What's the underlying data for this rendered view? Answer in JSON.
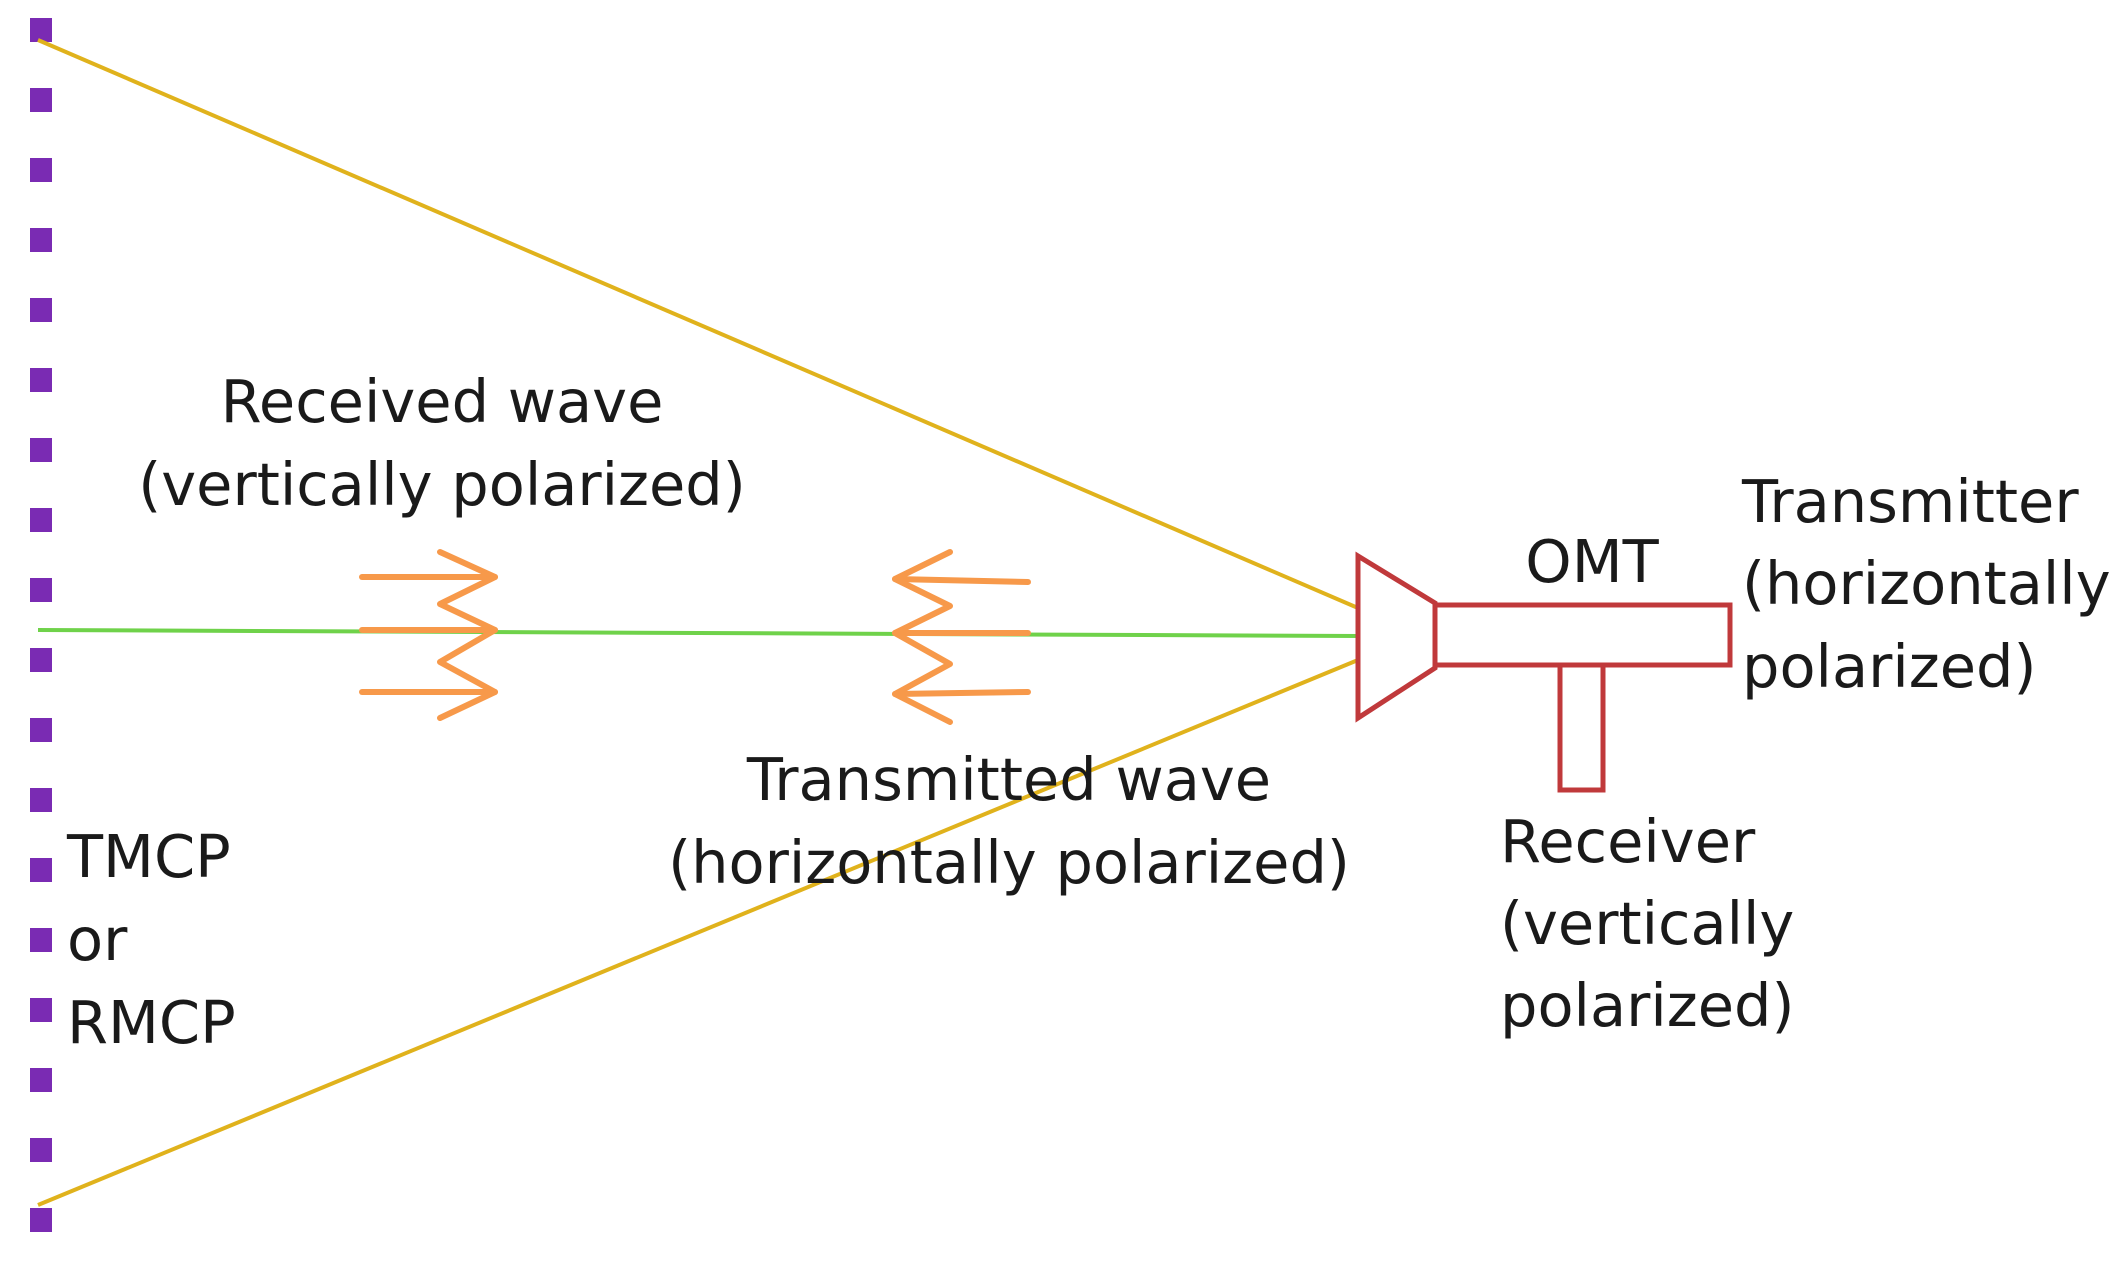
{
  "colors": {
    "surface": "#7a2bb3",
    "beam_edges": "#e0b21c",
    "axis": "#6fd24a",
    "wave_arrows": "#f7994a",
    "omt": "#c0393b",
    "text": "#1a1a1a"
  },
  "labels": {
    "received_wave": "Received wave",
    "received_wave_pol": "(vertically polarized)",
    "transmitted_wave": "Transmitted wave",
    "transmitted_wave_pol": "(horizontally polarized)",
    "omt": "OMT",
    "transmitter": "Transmitter",
    "transmitter_pol_1": "(horizontally",
    "transmitter_pol_2": "polarized)",
    "receiver": "Receiver",
    "receiver_pol_1": "(vertically",
    "receiver_pol_2": "polarized)",
    "surface_1": "TMCP",
    "surface_2": "or",
    "surface_3": "RMCP"
  }
}
